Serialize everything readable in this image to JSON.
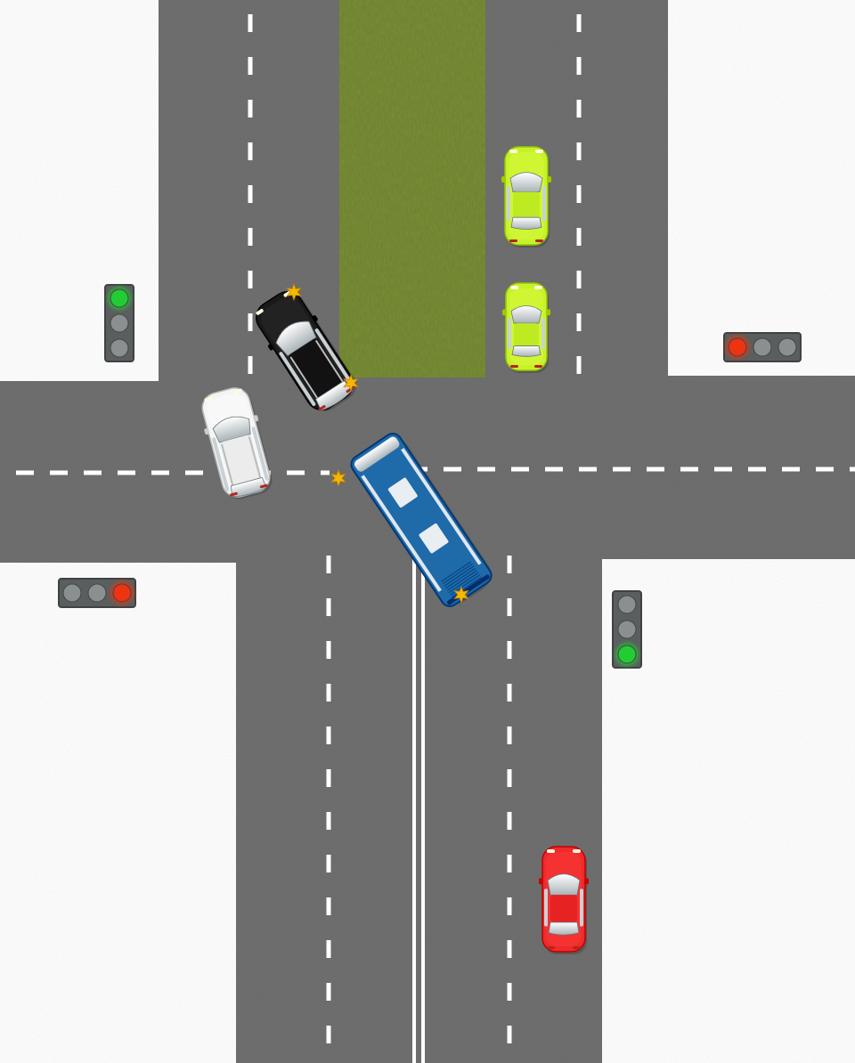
{
  "colors": {
    "asphalt": "#6f6f6f",
    "asphalt_dark": "#5f5f5f",
    "lane_marking": "#ffffff",
    "median_grass": "#6b7f2e",
    "ground": "#ffffff",
    "light_housing": "#5b5e5f",
    "light_off": "#8a8f8f",
    "light_green": "#22cc33",
    "light_red": "#ee3311",
    "impact_star": "#f5b800"
  },
  "traffic_lights": [
    {
      "id": "north-west",
      "orientation": "vertical",
      "active": "green",
      "active_index": 0
    },
    {
      "id": "east",
      "orientation": "horizontal",
      "active": "red",
      "active_index": 0
    },
    {
      "id": "west",
      "orientation": "horizontal",
      "active": "red",
      "active_index": 2
    },
    {
      "id": "south-east",
      "orientation": "vertical",
      "active": "green",
      "active_index": 2
    }
  ],
  "vehicles": [
    {
      "id": "lime-car-1",
      "type": "car",
      "color": "#c6f22a",
      "heading": "north"
    },
    {
      "id": "lime-car-2",
      "type": "car",
      "color": "#c6f22a",
      "heading": "north"
    },
    {
      "id": "black-suv",
      "type": "suv",
      "color": "#1a1a1a",
      "heading": "north-west",
      "collision": true
    },
    {
      "id": "white-suv",
      "type": "suv",
      "color": "#f4f4f4",
      "heading": "north-west"
    },
    {
      "id": "blue-bus",
      "type": "bus",
      "color": "#1f6aa8",
      "heading": "north-west",
      "collision": true
    },
    {
      "id": "red-car",
      "type": "car",
      "color": "#ee2a2a",
      "heading": "north"
    }
  ],
  "impact_markers": [
    {
      "id": "impact-black-front",
      "icon": "impact-star-icon"
    },
    {
      "id": "impact-black-rear",
      "icon": "impact-star-icon"
    },
    {
      "id": "impact-bus-front",
      "icon": "impact-star-icon"
    },
    {
      "id": "impact-bus-rear",
      "icon": "impact-star-icon"
    }
  ]
}
